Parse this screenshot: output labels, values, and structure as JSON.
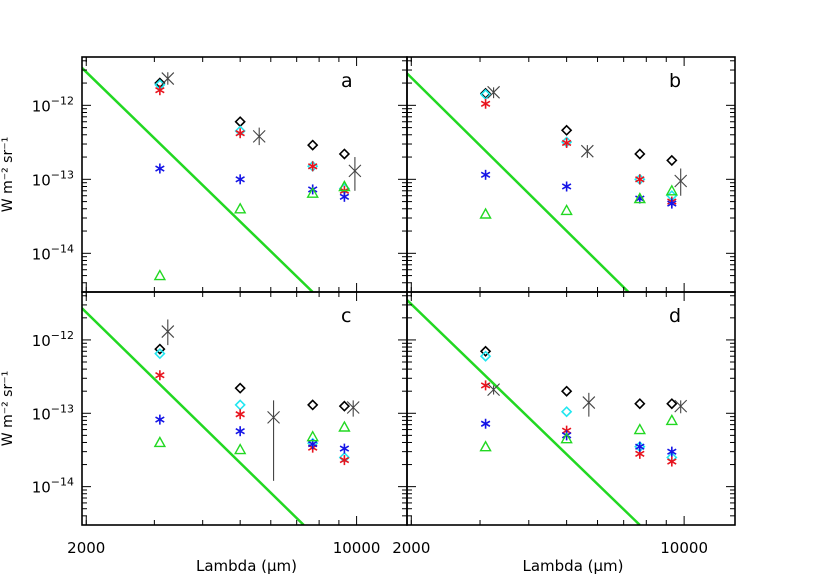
{
  "colors": {
    "black": "#000000",
    "cyan": "#22e6f0",
    "red": "#e8141e",
    "blue": "#1414e6",
    "green": "#22d822",
    "gray": "#444444"
  },
  "y_label": "W m⁻² sr⁻¹",
  "x_axis": {
    "label": "Lambda (μm)",
    "tick_labels": [
      {
        "value": 2000,
        "text": "2000"
      },
      {
        "value": 10000,
        "text": "10000"
      }
    ]
  },
  "y_axis": {
    "tick_labels": [
      {
        "value": 1e-12,
        "base": "10",
        "exp": "−12"
      },
      {
        "value": 1e-13,
        "base": "10",
        "exp": "−13"
      },
      {
        "value": 1e-14,
        "base": "10",
        "exp": "−14"
      }
    ]
  },
  "chart_data": [
    {
      "panel": "a",
      "type": "scatter",
      "scale": "log-log",
      "xlim": [
        1950,
        13500
      ],
      "ylim": [
        3e-15,
        4.5e-12
      ],
      "series": [
        {
          "marker": "diamond",
          "color": "black",
          "points": [
            [
              3100,
              2e-12
            ],
            [
              5000,
              6e-13
            ],
            [
              7700,
              2.9e-13
            ],
            [
              9300,
              2.2e-13
            ]
          ]
        },
        {
          "marker": "diamond",
          "color": "cyan",
          "points": [
            [
              3100,
              1.9e-12
            ],
            [
              5000,
              4.5e-13
            ],
            [
              7700,
              1.5e-13
            ],
            [
              9300,
              7.5e-14
            ]
          ]
        },
        {
          "marker": "asterisk",
          "color": "red",
          "points": [
            [
              3100,
              1.6e-12
            ],
            [
              5000,
              4.2e-13
            ],
            [
              7700,
              1.5e-13
            ],
            [
              9300,
              7e-14
            ]
          ]
        },
        {
          "marker": "asterisk",
          "color": "blue",
          "points": [
            [
              3100,
              1.4e-13
            ],
            [
              5000,
              1e-13
            ],
            [
              7700,
              7.3e-14
            ],
            [
              9300,
              5.8e-14
            ]
          ]
        },
        {
          "marker": "triangle",
          "color": "green",
          "points": [
            [
              3100,
              5e-15
            ],
            [
              5000,
              4e-14
            ],
            [
              7700,
              6.5e-14
            ],
            [
              9300,
              8e-14
            ]
          ]
        }
      ],
      "observed": [
        {
          "x": 3250,
          "y": 2.3e-12,
          "err": [
            1.9e-12,
            2.8e-12
          ]
        },
        {
          "x": 5600,
          "y": 3.8e-13,
          "err": [
            2.9e-13,
            5e-13
          ]
        },
        {
          "x": 9900,
          "y": 1.3e-13,
          "err": [
            7e-14,
            2e-13
          ]
        }
      ],
      "line": {
        "color": "green",
        "points": [
          [
            1950,
            3.2e-12
          ],
          [
            7700,
            3e-15
          ]
        ]
      }
    },
    {
      "panel": "b",
      "type": "scatter",
      "scale": "log-log",
      "xlim": [
        1950,
        13500
      ],
      "ylim": [
        3e-15,
        4.5e-12
      ],
      "series": [
        {
          "marker": "diamond",
          "color": "black",
          "points": [
            [
              3100,
              1.45e-12
            ],
            [
              5000,
              4.6e-13
            ],
            [
              7700,
              2.2e-13
            ],
            [
              9300,
              1.8e-13
            ]
          ]
        },
        {
          "marker": "diamond",
          "color": "cyan",
          "points": [
            [
              3100,
              1.4e-12
            ],
            [
              5000,
              3.2e-13
            ],
            [
              7700,
              1e-13
            ],
            [
              9300,
              6e-14
            ]
          ]
        },
        {
          "marker": "asterisk",
          "color": "red",
          "points": [
            [
              3100,
              1.05e-12
            ],
            [
              5000,
              3.1e-13
            ],
            [
              7700,
              1e-13
            ],
            [
              9300,
              5e-14
            ]
          ]
        },
        {
          "marker": "asterisk",
          "color": "blue",
          "points": [
            [
              3100,
              1.15e-13
            ],
            [
              5000,
              8e-14
            ],
            [
              7700,
              5.5e-14
            ],
            [
              9300,
              4.7e-14
            ]
          ]
        },
        {
          "marker": "triangle",
          "color": "green",
          "points": [
            [
              3100,
              3.4e-14
            ],
            [
              5000,
              3.8e-14
            ],
            [
              7700,
              5.5e-14
            ],
            [
              9300,
              7e-14
            ]
          ]
        }
      ],
      "observed": [
        {
          "x": 3250,
          "y": 1.5e-12,
          "err": [
            1.25e-12,
            1.75e-12
          ]
        },
        {
          "x": 5650,
          "y": 2.4e-13,
          "err": [
            1.95e-13,
            2.9e-13
          ]
        },
        {
          "x": 9800,
          "y": 9.5e-14,
          "err": [
            6e-14,
            1.4e-13
          ]
        }
      ],
      "line": {
        "color": "green",
        "points": [
          [
            1950,
            2.7e-12
          ],
          [
            7200,
            3e-15
          ]
        ]
      }
    },
    {
      "panel": "c",
      "type": "scatter",
      "scale": "log-log",
      "xlim": [
        1950,
        13500
      ],
      "ylim": [
        3e-15,
        4.5e-12
      ],
      "series": [
        {
          "marker": "diamond",
          "color": "black",
          "points": [
            [
              3100,
              7.5e-13
            ],
            [
              5000,
              2.2e-13
            ],
            [
              7700,
              1.3e-13
            ],
            [
              9300,
              1.25e-13
            ]
          ]
        },
        {
          "marker": "diamond",
          "color": "cyan",
          "points": [
            [
              3100,
              6.5e-13
            ],
            [
              5000,
              1.3e-13
            ],
            [
              7700,
              3.9e-14
            ],
            [
              9300,
              2.5e-14
            ]
          ]
        },
        {
          "marker": "asterisk",
          "color": "red",
          "points": [
            [
              3100,
              3.3e-13
            ],
            [
              5000,
              9.7e-14
            ],
            [
              7700,
              3.4e-14
            ],
            [
              9300,
              2.3e-14
            ]
          ]
        },
        {
          "marker": "asterisk",
          "color": "blue",
          "points": [
            [
              3100,
              8.2e-14
            ],
            [
              5000,
              5.7e-14
            ],
            [
              7700,
              3.8e-14
            ],
            [
              9300,
              3.3e-14
            ]
          ]
        },
        {
          "marker": "triangle",
          "color": "green",
          "points": [
            [
              3100,
              4e-14
            ],
            [
              5000,
              3.2e-14
            ],
            [
              7700,
              4.8e-14
            ],
            [
              9300,
              6.5e-14
            ]
          ]
        }
      ],
      "observed": [
        {
          "x": 3250,
          "y": 1.3e-12,
          "err": [
            8.5e-13,
            1.9e-12
          ]
        },
        {
          "x": 6100,
          "y": 8.8e-14,
          "err": [
            1.2e-14,
            1.5e-13
          ]
        },
        {
          "x": 9800,
          "y": 1.2e-13,
          "err": [
            9e-14,
            1.5e-13
          ]
        }
      ],
      "line": {
        "color": "green",
        "points": [
          [
            1950,
            2.7e-12
          ],
          [
            7300,
            3e-15
          ]
        ]
      }
    },
    {
      "panel": "d",
      "type": "scatter",
      "scale": "log-log",
      "xlim": [
        1950,
        13500
      ],
      "ylim": [
        3e-15,
        4.5e-12
      ],
      "series": [
        {
          "marker": "diamond",
          "color": "black",
          "points": [
            [
              3100,
              7e-13
            ],
            [
              5000,
              2e-13
            ],
            [
              7700,
              1.35e-13
            ],
            [
              9300,
              1.35e-13
            ]
          ]
        },
        {
          "marker": "diamond",
          "color": "cyan",
          "points": [
            [
              3100,
              6e-13
            ],
            [
              5000,
              1.05e-13
            ],
            [
              7700,
              3.5e-14
            ],
            [
              9300,
              2.5e-14
            ]
          ]
        },
        {
          "marker": "asterisk",
          "color": "red",
          "points": [
            [
              3100,
              2.4e-13
            ],
            [
              5000,
              5.8e-14
            ],
            [
              7700,
              2.8e-14
            ],
            [
              9300,
              2.2e-14
            ]
          ]
        },
        {
          "marker": "asterisk",
          "color": "blue",
          "points": [
            [
              3100,
              7.2e-14
            ],
            [
              5000,
              5e-14
            ],
            [
              7700,
              3.5e-14
            ],
            [
              9300,
              3e-14
            ]
          ]
        },
        {
          "marker": "triangle",
          "color": "green",
          "points": [
            [
              3100,
              3.5e-14
            ],
            [
              5000,
              4.5e-14
            ],
            [
              7700,
              6e-14
            ],
            [
              9300,
              8e-14
            ]
          ]
        }
      ],
      "observed": [
        {
          "x": 3250,
          "y": 2.1e-13,
          "err": [
            1.8e-13,
            2.4e-13
          ]
        },
        {
          "x": 5700,
          "y": 1.4e-13,
          "err": [
            9e-14,
            1.9e-13
          ]
        },
        {
          "x": 9800,
          "y": 1.25e-13,
          "err": [
            1e-13,
            1.5e-13
          ]
        }
      ],
      "line": {
        "color": "green",
        "points": [
          [
            1950,
            3.5e-12
          ],
          [
            7700,
            3e-15
          ]
        ]
      }
    }
  ]
}
